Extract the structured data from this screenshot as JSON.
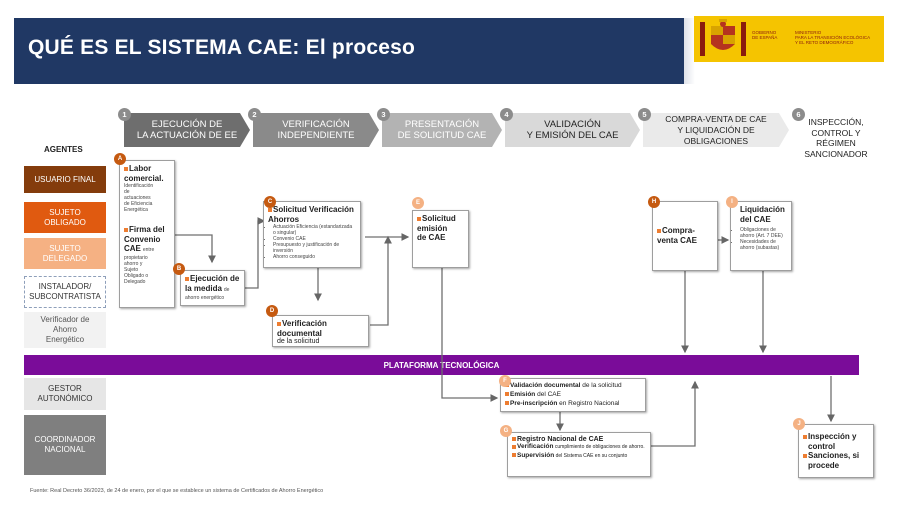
{
  "header": {
    "title": "QUÉ ES EL SISTEMA CAE: El proceso"
  },
  "logo": {
    "gobierno_lines": [
      "GOBIERNO",
      "DE ESPAÑA"
    ],
    "ministerio_lines": [
      "MINISTERIO",
      "PARA LA TRANSICIÓN ECOLÓGICA",
      "Y EL RETO DEMOGRÁFICO"
    ]
  },
  "stages": [
    {
      "num": "1",
      "lines": [
        "EJECUCIÓN DE",
        "LA ACTUACIÓN DE EE"
      ]
    },
    {
      "num": "2",
      "lines": [
        "VERIFICACIÓN",
        "INDEPENDIENTE"
      ]
    },
    {
      "num": "3",
      "lines": [
        "PRESENTACIÓN",
        "DE SOLICITUD CAE"
      ]
    },
    {
      "num": "4",
      "lines": [
        "VALIDACIÓN",
        "Y EMISIÓN DEL CAE"
      ]
    },
    {
      "num": "5",
      "lines": [
        "COMPRA-VENTA DE CAE",
        "Y LIQUIDACIÓN DE",
        "OBLIGACIONES"
      ]
    },
    {
      "num": "6",
      "lines": [
        "INSPECCIÓN,",
        "CONTROL Y",
        "RÉGIMEN",
        "SANCIONADOR"
      ]
    }
  ],
  "agents": {
    "label": "AGENTES",
    "usuario_final": "USUARIO FINAL",
    "sujeto_obligado": [
      "SUJETO",
      "OBLIGADO"
    ],
    "sujeto_delegado": [
      "SUJETO",
      "DELEGADO"
    ],
    "instalador": [
      "INSTALADOR/",
      "SUBCONTRATISTA"
    ],
    "verificador": [
      "Verificador de",
      "Ahorro",
      "Energético"
    ],
    "gestor": [
      "GESTOR",
      "AUTONÓMICO"
    ],
    "coordinador": [
      "COORDINADOR",
      "NACIONAL"
    ]
  },
  "platform": "PLATAFORMA TECNOLÓGICA",
  "boxes": {
    "A": {
      "badge": "A",
      "t1": "Labor",
      "t1b": "comercial.",
      "s1": [
        "Identificación",
        "de",
        "actuaciones",
        "de Eficiencia",
        "Energética"
      ],
      "t2": [
        "Firma del",
        "Convenio",
        "CAE"
      ],
      "s2": [
        "entre",
        "propietario",
        "ahorro y",
        "Sujeto",
        "Obligado o",
        "Delegado"
      ]
    },
    "B": {
      "badge": "B",
      "title": [
        "Ejecución de",
        "la medida"
      ],
      "sub": "de ahorro energético"
    },
    "C": {
      "badge": "C",
      "title": [
        "Solicitud Verificación",
        "Ahorros"
      ],
      "items": [
        "Actuación Eficiencia (estandarizada o singular)",
        "Convenio CAE",
        "Presupuesto y justificación de inversión",
        "Ahorro conseguido"
      ]
    },
    "D": {
      "badge": "D",
      "title": "Verificación documental",
      "sub": "de la solicitud"
    },
    "E": {
      "badge": "E",
      "title": [
        "Solicitud",
        "emisión",
        "de CAE"
      ]
    },
    "F": {
      "badge": "F",
      "r1b": "Validación documental",
      "r1": " de la solicitud",
      "r2b": "Emisión",
      "r2": " del CAE",
      "r3b": "Pre-inscripción",
      "r3": " en Registro Nacional"
    },
    "G": {
      "badge": "G",
      "r1": "Registro Nacional de CAE",
      "r2b": "Verificación",
      "r2": " cumplimiento de obligaciones de ahorro.",
      "r3b": "Supervisión",
      "r3": " del Sistema CAE en su conjunto"
    },
    "H": {
      "badge": "H",
      "title": [
        "Compra-",
        "venta CAE"
      ]
    },
    "I": {
      "badge": "I",
      "title": [
        "Liquidación",
        "del CAE"
      ],
      "items": [
        "Obligaciones de ahorro (Art. 7 DEE)",
        "Necesidades de ahorro (subastas)"
      ]
    },
    "J": {
      "badge": "J",
      "title": [
        "Inspección y",
        "control"
      ],
      "t2": [
        "Sanciones, si",
        "procede"
      ]
    }
  },
  "source": "Fuente: Real Decreto 36/2023, de 24 de enero, por el que se establece un sistema de Certificados de Ahorro Energético"
}
